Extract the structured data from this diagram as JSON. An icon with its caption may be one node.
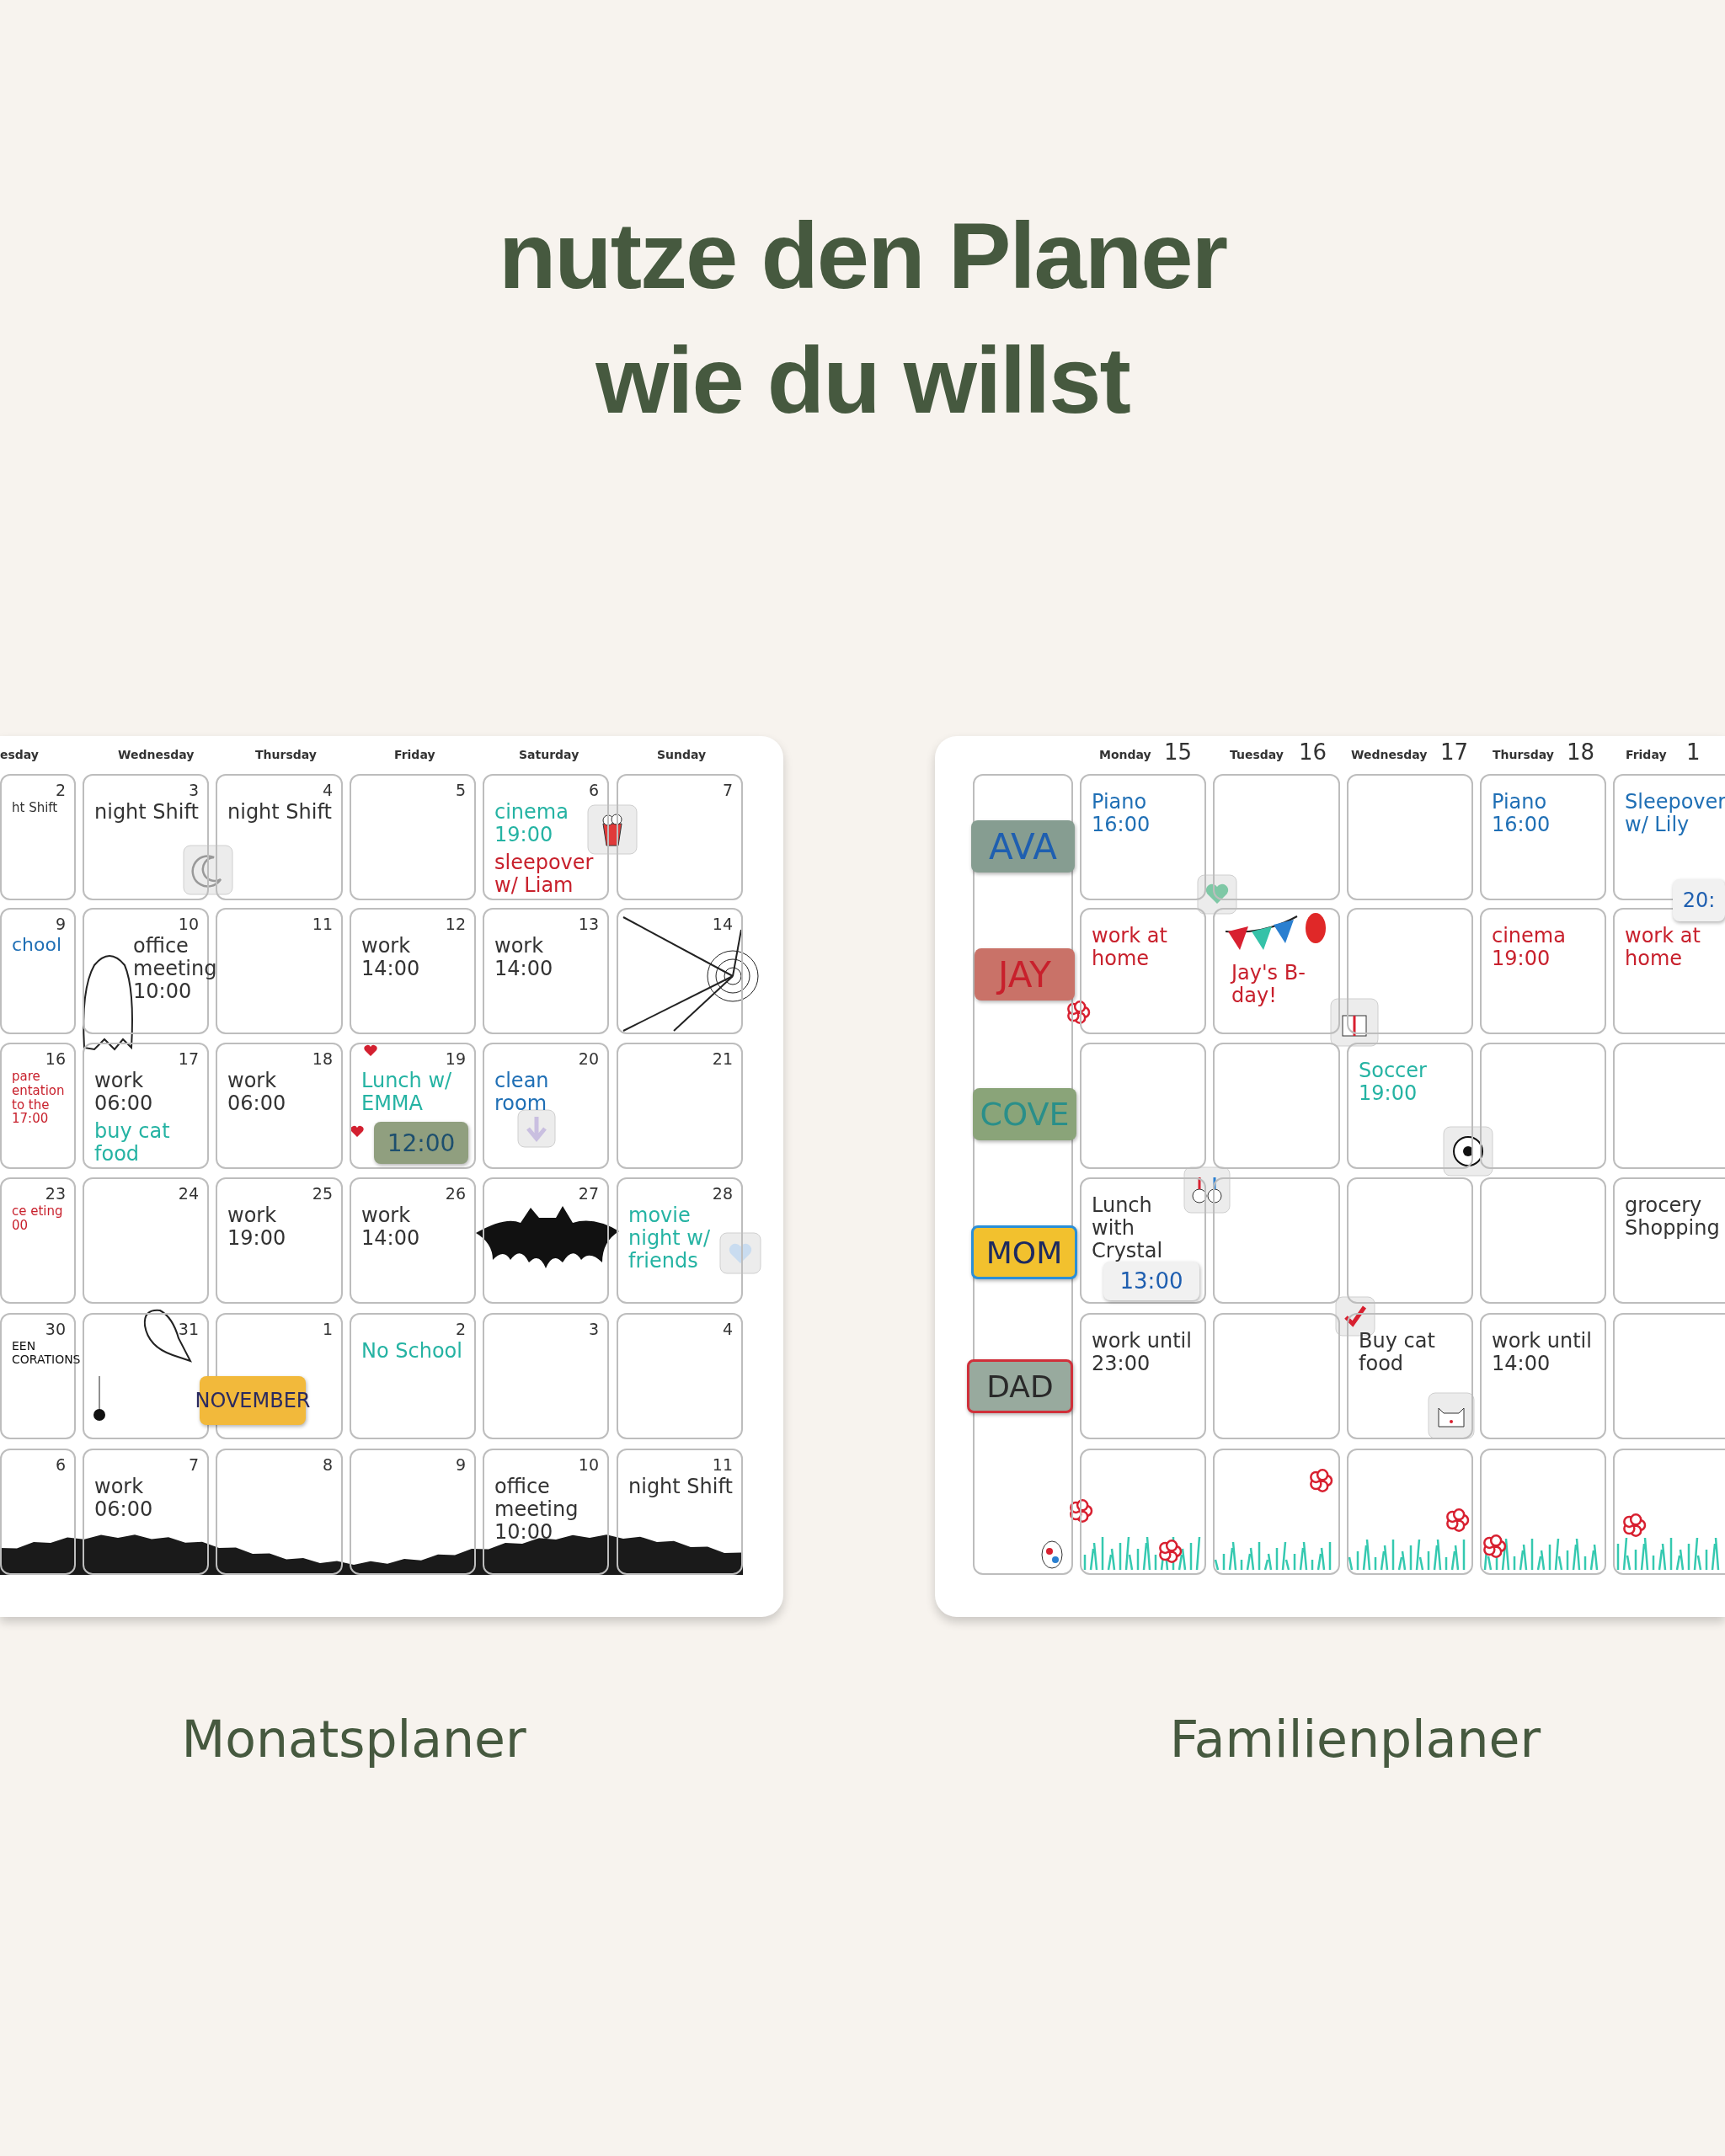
{
  "diagram": {
    "title": "nutze den Planer wie du willst",
    "nodes": [
      {
        "text": [],
        "shape": "box",
        "beside": [
          "Monatsplaner"
        ]
      },
      {
        "text": [
          "2",
          "ht Shift"
        ],
        "in": 0
      },
      {
        "text": [
          "3",
          "night Shift"
        ],
        "in": 0
      },
      {
        "text": [
          "4",
          "night Shift"
        ],
        "in": 0
      },
      {
        "text": [
          "5"
        ],
        "in": 0
      },
      {
        "text": [
          "6",
          "cinema 19:00",
          "sleepover w/ Liam"
        ],
        "in": 0
      },
      {
        "text": [
          "7"
        ],
        "in": 0
      },
      {
        "text": [
          "9",
          "chool"
        ],
        "in": 0
      },
      {
        "text": [
          "10",
          "office meeting 10:00"
        ],
        "in": 0
      },
      {
        "text": [
          "11"
        ],
        "in": 0
      },
      {
        "text": [
          "12",
          "work 14:00"
        ],
        "in": 0
      },
      {
        "text": [
          "13",
          "work 14:00"
        ],
        "in": 0
      },
      {
        "text": [
          "14"
        ],
        "in": 0
      },
      {
        "text": [
          "16",
          "pare entation to the 17:00"
        ],
        "in": 0
      },
      {
        "text": [
          "17",
          "work 06:00",
          "buy cat food"
        ],
        "in": 0
      },
      {
        "text": [
          "18",
          "work 06:00"
        ],
        "in": 0
      },
      {
        "text": [
          "19",
          "Lunch w/ EMMA"
        ],
        "in": 0
      },
      {
        "text": [
          "20",
          "clean room"
        ],
        "in": 0
      },
      {
        "text": [
          "21"
        ],
        "in": 0
      },
      {
        "text": [
          "23",
          "ce eting 00"
        ],
        "in": 0
      },
      {
        "text": [
          "24"
        ],
        "in": 0
      },
      {
        "text": [
          "25",
          "work 19:00"
        ],
        "in": 0
      },
      {
        "text": [
          "26",
          "work 14:00"
        ],
        "in": 0
      },
      {
        "text": [
          "27"
        ],
        "in": 0
      },
      {
        "text": [
          "28",
          "movie night w/ friends"
        ],
        "in": 0
      },
      {
        "text": [
          "30",
          "EEN CORATIONS"
        ],
        "in": 0
      },
      {
        "text": [
          "31"
        ],
        "in": 0
      },
      {
        "text": [
          "1"
        ],
        "in": 0
      },
      {
        "text": [
          "2",
          "No School"
        ],
        "in": 0
      },
      {
        "text": [
          "3"
        ],
        "in": 0
      },
      {
        "text": [
          "4"
        ],
        "in": 0
      },
      {
        "text": [
          "6"
        ],
        "in": 0
      },
      {
        "text": [
          "7",
          "work 06:00"
        ],
        "in": 0
      },
      {
        "text": [
          "8"
        ],
        "in": 0
      },
      {
        "text": [
          "9"
        ],
        "in": 0
      },
      {
        "text": [
          "10",
          "office meeting 10:00"
        ],
        "in": 0
      },
      {
        "text": [
          "11",
          "night Shift"
        ],
        "in": 0
      },
      {
        "text": [
          "12:00"
        ],
        "in": 16
      },
      {
        "text": [
          "NOVEMBER"
        ],
        "in": 0
      },
      {
        "text": [],
        "shape": "box",
        "beside": [
          "Familienplaner"
        ]
      },
      {
        "text": [],
        "shape": "box",
        "in": 39
      },
      {
        "text": [
          "AVA"
        ],
        "in": 40
      },
      {
        "text": [
          "JAY"
        ],
        "in": 40
      },
      {
        "text": [
          "COVE"
        ],
        "in": 40
      },
      {
        "text": [
          "MOM"
        ],
        "in": 40
      },
      {
        "text": [
          "DAD"
        ],
        "in": 40
      },
      {
        "text": [
          "Piano 16:00"
        ],
        "in": 39
      },
      {
        "text": [],
        "shape": "box",
        "in": 39
      },
      {
        "text": [],
        "shape": "box",
        "in": 39
      },
      {
        "text": [
          "Piano 16:00"
        ],
        "in": 39
      },
      {
        "text": [
          "Sleepover w/ Lily"
        ],
        "in": 39
      },
      {
        "text": [
          "work at home"
        ],
        "in": 39
      },
      {
        "text": [
          "Jay's B-day!"
        ],
        "in": 39
      },
      {
        "text": [],
        "shape": "box",
        "in": 39
      },
      {
        "text": [
          "cinema 19:00"
        ],
        "in": 39
      },
      {
        "text": [
          "work at home"
        ],
        "in": 39
      },
      {
        "text": [],
        "shape": "box",
        "in": 39
      },
      {
        "text": [],
        "shape": "box",
        "in": 39
      },
      {
        "text": [
          "Soccer 19:00"
        ],
        "in": 39
      },
      {
        "text": [],
        "shape": "box",
        "in": 39
      },
      {
        "text": [],
        "shape": "box",
        "in": 39
      },
      {
        "text": [
          "Lunch with Crystal"
        ],
        "in": 39
      },
      {
        "text": [],
        "shape": "box",
        "in": 39
      },
      {
        "text": [],
        "shape": "box",
        "in": 39
      },
      {
        "text": [],
        "shape": "box",
        "in": 39
      },
      {
        "text": [
          "grocery Shopping"
        ],
        "in": 39
      },
      {
        "text": [
          "work until 23:00"
        ],
        "in": 39
      },
      {
        "text": [],
        "shape": "box",
        "in": 39
      },
      {
        "text": [
          "Buy cat food"
        ],
        "in": 39
      },
      {
        "text": [
          "work until 14:00"
        ],
        "in": 39
      },
      {
        "text": [],
        "shape": "box",
        "in": 39
      },
      {
        "text": [],
        "shape": "box",
        "in": 39
      },
      {
        "text": [],
        "shape": "box",
        "in": 39
      },
      {
        "text": [],
        "shape": "box",
        "in": 39
      },
      {
        "text": [],
        "shape": "box",
        "in": 39
      },
      {
        "text": [],
        "shape": "box",
        "in": 39
      },
      {
        "text": [
          "13:00"
        ],
        "in": 61
      },
      {
        "text": [
          "20:"
        ],
        "in": 39
      }
    ],
    "labels": [
      "esday",
      "Wednesday",
      "Thursday",
      "Friday",
      "Saturday",
      "Sunday",
      "Monday",
      "15",
      "Tuesday",
      "16",
      "Wednesday",
      "17",
      "Thursday",
      "18",
      "Friday",
      "1"
    ]
  }
}
